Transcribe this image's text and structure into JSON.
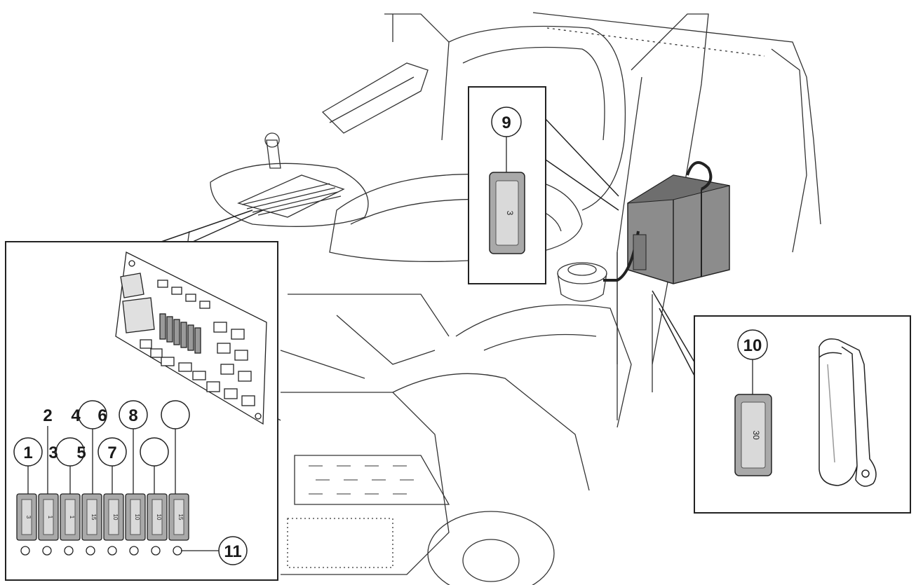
{
  "callouts": {
    "c1": "1",
    "c2": "2",
    "c3": "3",
    "c4": "4",
    "c5": "5",
    "c6": "6",
    "c7": "7",
    "c8": "8",
    "c9": "9",
    "c10": "10",
    "c11": "11"
  },
  "fuse_labels": {
    "battery_fuse": "3",
    "main_fuse": "30",
    "board": [
      "3",
      "1",
      "1",
      "15",
      "10",
      "10",
      "10",
      "15"
    ]
  },
  "colors": {
    "line": "#1a1a1a",
    "fuse_fill": "#a9a9a9",
    "fuse_window": "#d9d9d9",
    "battery": "#7a7a7a"
  }
}
